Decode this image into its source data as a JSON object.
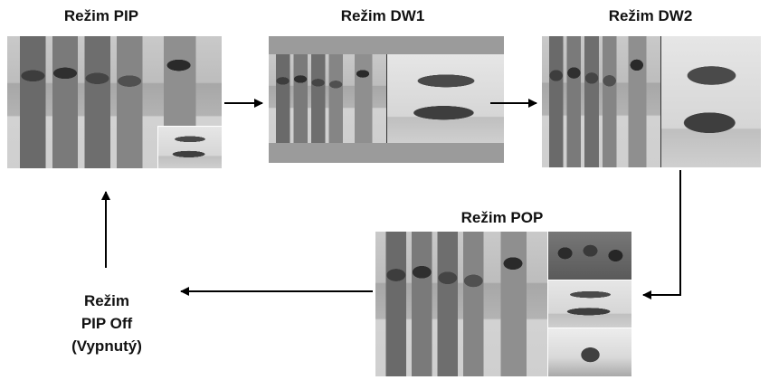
{
  "modes": {
    "pip": "Režim PIP",
    "dw1": "Režim DW1",
    "dw2": "Režim DW2",
    "pop": "Režim POP",
    "off_line1": "Režim",
    "off_line2": "PIP Off",
    "off_line3": "(Vypnutý)"
  },
  "images": {
    "main": "children-photo",
    "sub": "dolphins-photo",
    "pop_extra_1": "party-photo",
    "pop_extra_2": "climber-photo"
  },
  "colors": {
    "arrow": "#000000",
    "frame_gray": "#9b9b9b"
  }
}
